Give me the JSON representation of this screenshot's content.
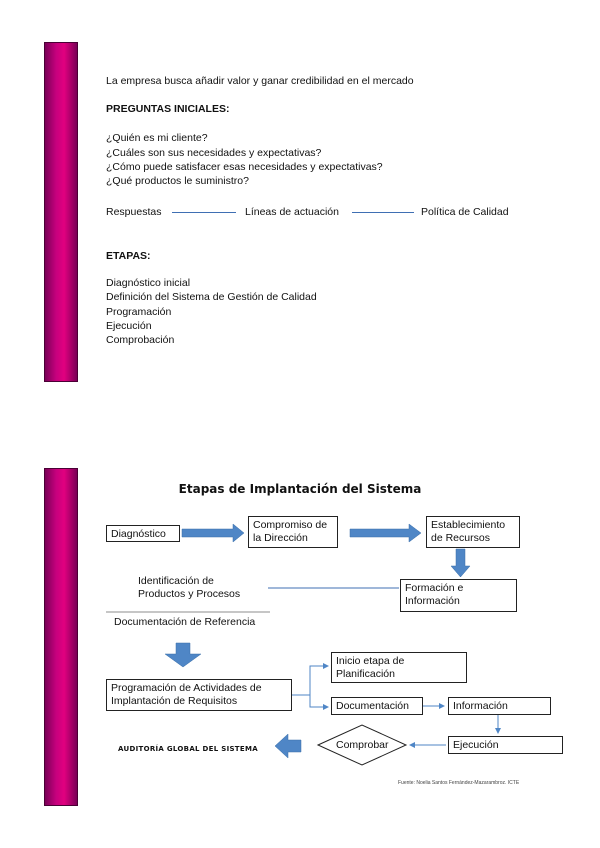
{
  "slide1": {
    "intro": "La empresa busca añadir valor y ganar credibilidad en el mercado",
    "questions_heading": "PREGUNTAS INICIALES:",
    "questions": [
      "¿Quién es mi cliente?",
      "¿Cuáles son sus necesidades y expectativas?",
      "¿Cómo puede satisfacer esas necesidades y expectativas?",
      "¿Qué productos le suministro?"
    ],
    "flow": [
      "Respuestas",
      "Líneas de actuación",
      "Política de Calidad"
    ],
    "stages_heading": "ETAPAS:",
    "stages": [
      "Diagnóstico inicial",
      "Definición del Sistema de Gestión de Calidad",
      "Programación",
      "Ejecución",
      "Comprobación"
    ]
  },
  "slide2": {
    "title": "Etapas de Implantación del Sistema",
    "diagnostico": "Diagnóstico",
    "compromiso": [
      "Compromiso de",
      "la Dirección"
    ],
    "establecimiento": [
      "Establecimiento",
      "de Recursos"
    ],
    "identificacion": [
      "Identificación de",
      "Productos y Procesos"
    ],
    "formacion": [
      "Formación e",
      "Información"
    ],
    "documentacion_ref": "Documentación de Referencia",
    "inicio": [
      "Inicio etapa de",
      "Planificación"
    ],
    "programacion": [
      "Programación de Actividades de",
      "Implantación de Requisitos"
    ],
    "documentacion": "Documentación",
    "informacion": "Información",
    "comprobar": "Comprobar",
    "ejecucion": "Ejecución",
    "auditoria": "AUDITORÍA GLOBAL DEL SISTEMA",
    "source": "Fuente: Noelia Santos Fernández-Mazarambroz. ICTE"
  },
  "colors": {
    "accent_bar": "#c7007e",
    "arrow_blue": "#4f86c6",
    "line_blue": "#3f6fb3"
  }
}
